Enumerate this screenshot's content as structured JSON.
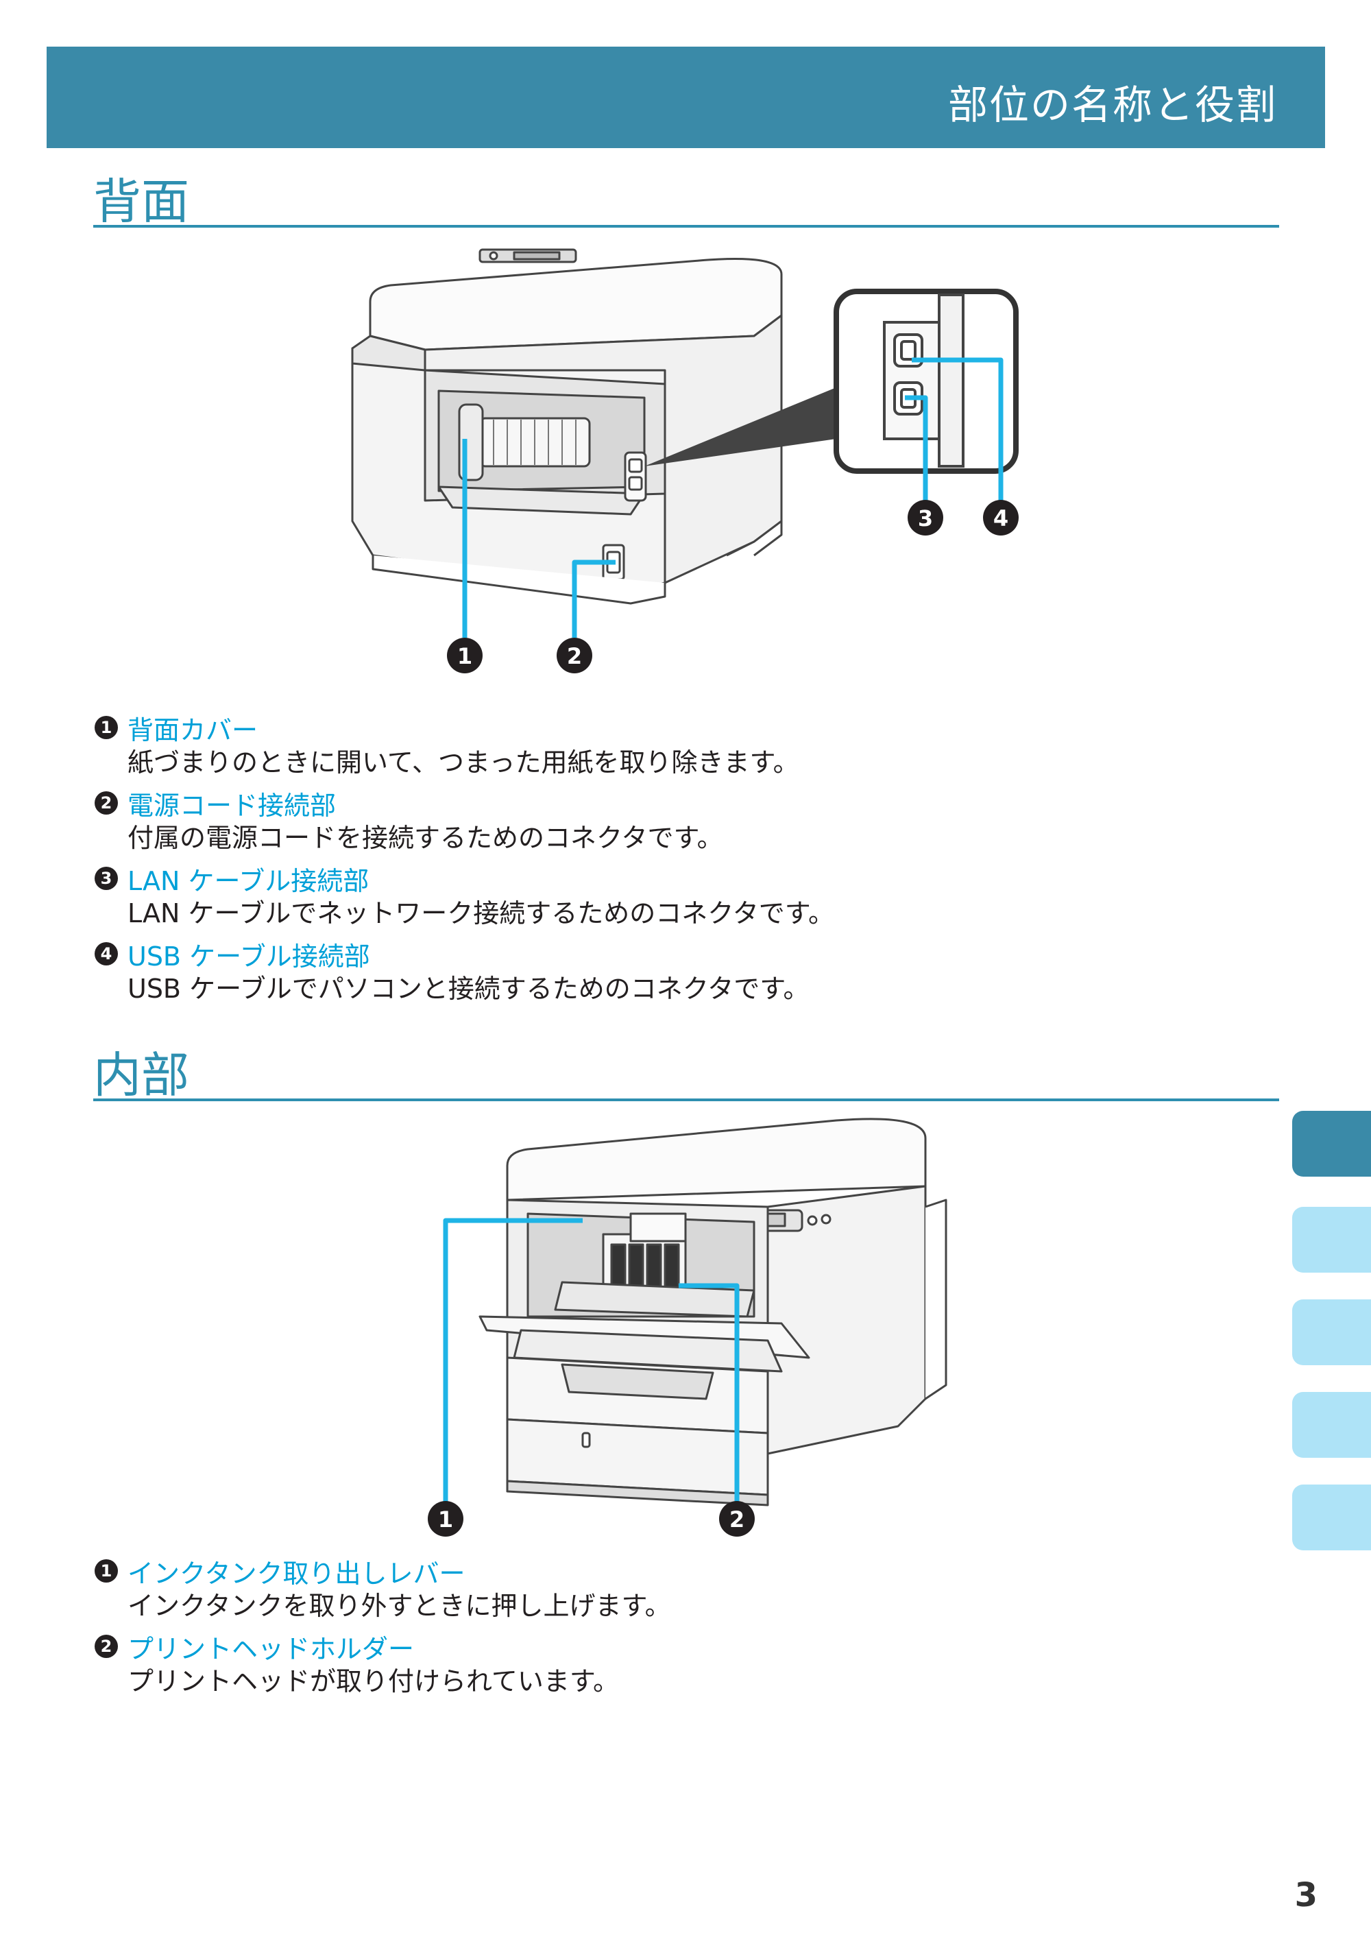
{
  "header": {
    "title": "部位の名称と役割"
  },
  "sections": [
    {
      "title": "背面",
      "items": [
        {
          "num": "1",
          "label": "背面カバー",
          "text": "紙づまりのときに開いて、つまった用紙を取り除きます。"
        },
        {
          "num": "2",
          "label": "電源コード接続部",
          "text": "付属の電源コードを接続するためのコネクタです。"
        },
        {
          "num": "3",
          "label": "LAN ケーブル接続部",
          "text": "LAN ケーブルでネットワーク接続するためのコネクタです。"
        },
        {
          "num": "4",
          "label": "USB ケーブル接続部",
          "text": "USB ケーブルでパソコンと接続するためのコネクタです。"
        }
      ]
    },
    {
      "title": "内部",
      "items": [
        {
          "num": "1",
          "label": "インクタンク取り出しレバー",
          "text": "インクタンクを取り外すときに押し上げます。"
        },
        {
          "num": "2",
          "label": "プリントヘッドホルダー",
          "text": "プリントヘッドが取り付けられています。"
        }
      ]
    }
  ],
  "figure_callouts": {
    "rear": [
      "1",
      "2",
      "3",
      "4"
    ],
    "interior": [
      "1",
      "2"
    ]
  },
  "page_number": "3",
  "colors": {
    "header": "#3a8aa8",
    "accent": "#2e8fb0",
    "callout_line": "#1fb4e6",
    "tab_light": "#aee3f7"
  }
}
